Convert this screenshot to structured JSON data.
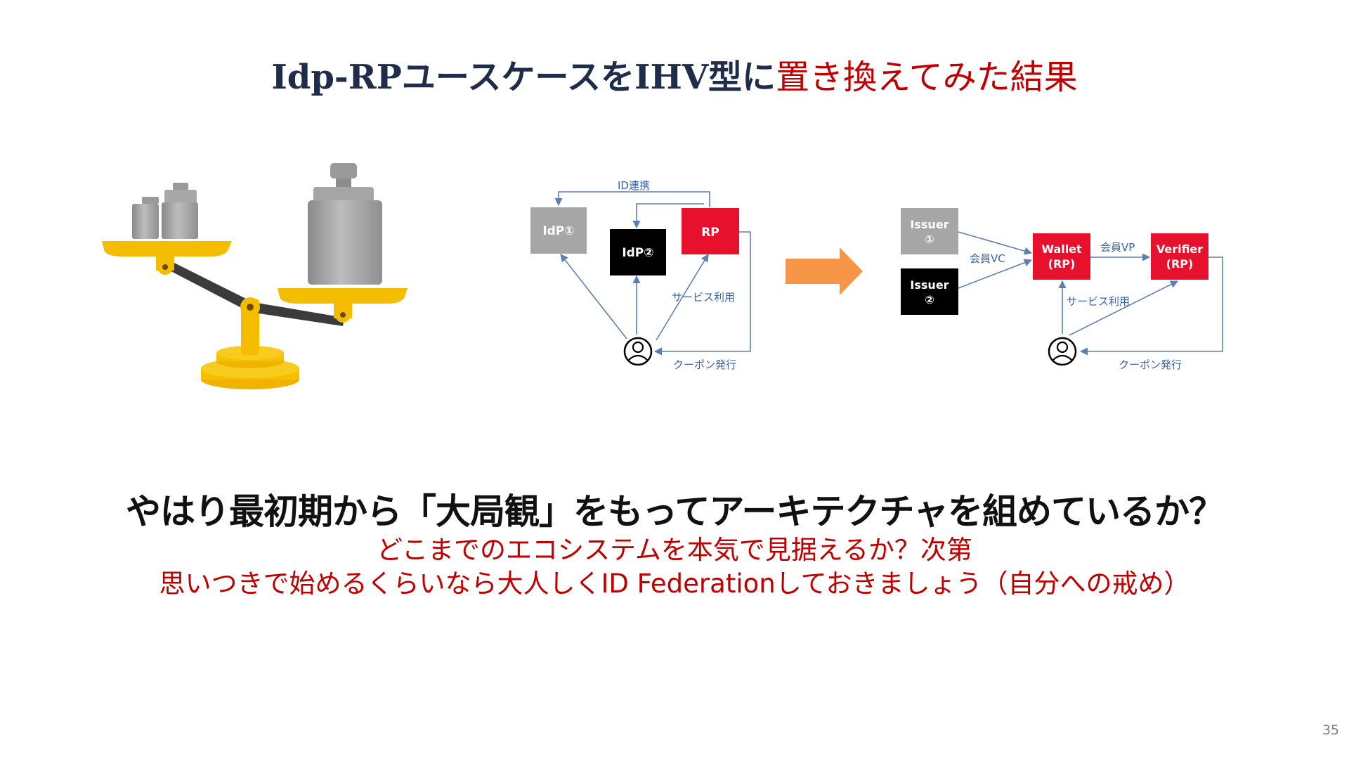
{
  "slide": {
    "title_part1": "Idp-RPユースケースをIHV型に",
    "title_part2": "置き換えてみた結果",
    "headline": "やはり最初期から「大局観」をもってアーキテクチャを組めているか？",
    "subline1": "どこまでのエコシステムを本気で見据えるか？次第",
    "subline2": "思いつきで始めるくらいなら大人しくID Federationしておきましょう（自分への戒め）",
    "page_number": "35"
  },
  "diagram_left": {
    "idp1": "IdP①",
    "idp2": "IdP②",
    "rp": "RP",
    "id_link_label": "ID連携",
    "service_label": "サービス利用",
    "coupon_label": "クーポン発行"
  },
  "diagram_right": {
    "issuer1_line1": "Issuer",
    "issuer1_line2": "①",
    "issuer2_line1": "Issuer",
    "issuer2_line2": "②",
    "wallet_line1": "Wallet",
    "wallet_line2": "(RP)",
    "verifier_line1": "Verifier",
    "verifier_line2": "(RP)",
    "vc_label": "会員VC",
    "vp_label": "会員VP",
    "service_label": "サービス利用",
    "coupon_label": "クーポン発行"
  },
  "icons": [
    "balance-scale-icon",
    "user-icon",
    "right-arrow-icon"
  ],
  "colors": {
    "title_navy": "#1f2d4a",
    "accent_red": "#c00000",
    "box_red": "#e8112d",
    "box_gray": "#a6a6a6",
    "box_black": "#000000",
    "arrow_orange": "#f79646",
    "connector_blue": "#5b7fb5"
  }
}
